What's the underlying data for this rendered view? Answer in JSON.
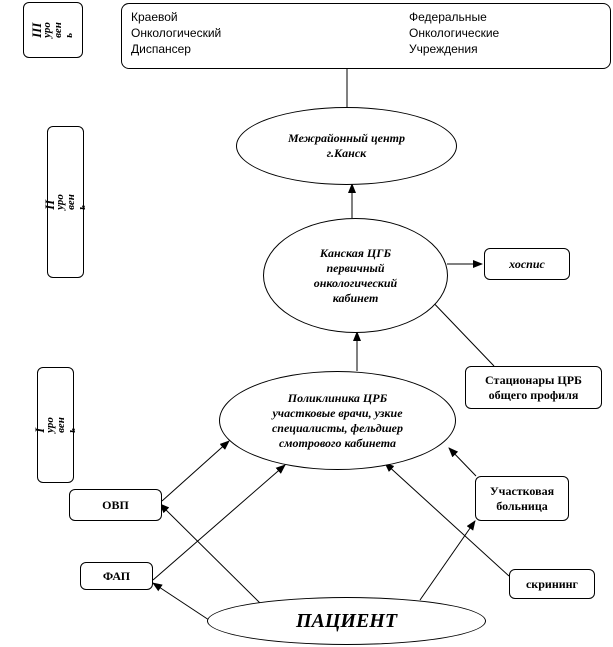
{
  "top_box": {
    "left": [
      "Краевой",
      "Онкологический",
      "Диспансер"
    ],
    "right": [
      "Федеральные",
      "Онкологические",
      "Учреждения"
    ]
  },
  "levels": {
    "iii": {
      "roman": "III",
      "text": [
        "уро",
        "вен",
        "ь"
      ]
    },
    "ii": {
      "roman": "II",
      "text": [
        "уро",
        "вен",
        "ь"
      ]
    },
    "i": {
      "roman": "I",
      "text": [
        "уро",
        "вен",
        "ь"
      ]
    }
  },
  "mezhrayon": [
    "Межрайонный центр",
    "г.Канск"
  ],
  "kansk": [
    "Канская ЦГБ",
    "первичный",
    "онкологический",
    "кабинет"
  ],
  "hospice": "хоспис",
  "stacionary": [
    "Стационары ЦРБ",
    "общего профиля"
  ],
  "poliklinika": [
    "Поликлиника ЦРБ",
    "участковые врачи, узкие",
    "специалисты, фельдшер",
    "смотрового кабинета"
  ],
  "ovp": "ОВП",
  "fap": "ФАП",
  "uchastkovaya": [
    "Участковая",
    "больница"
  ],
  "skrining": "скрининг",
  "patient": "ПАЦИЕНТ"
}
